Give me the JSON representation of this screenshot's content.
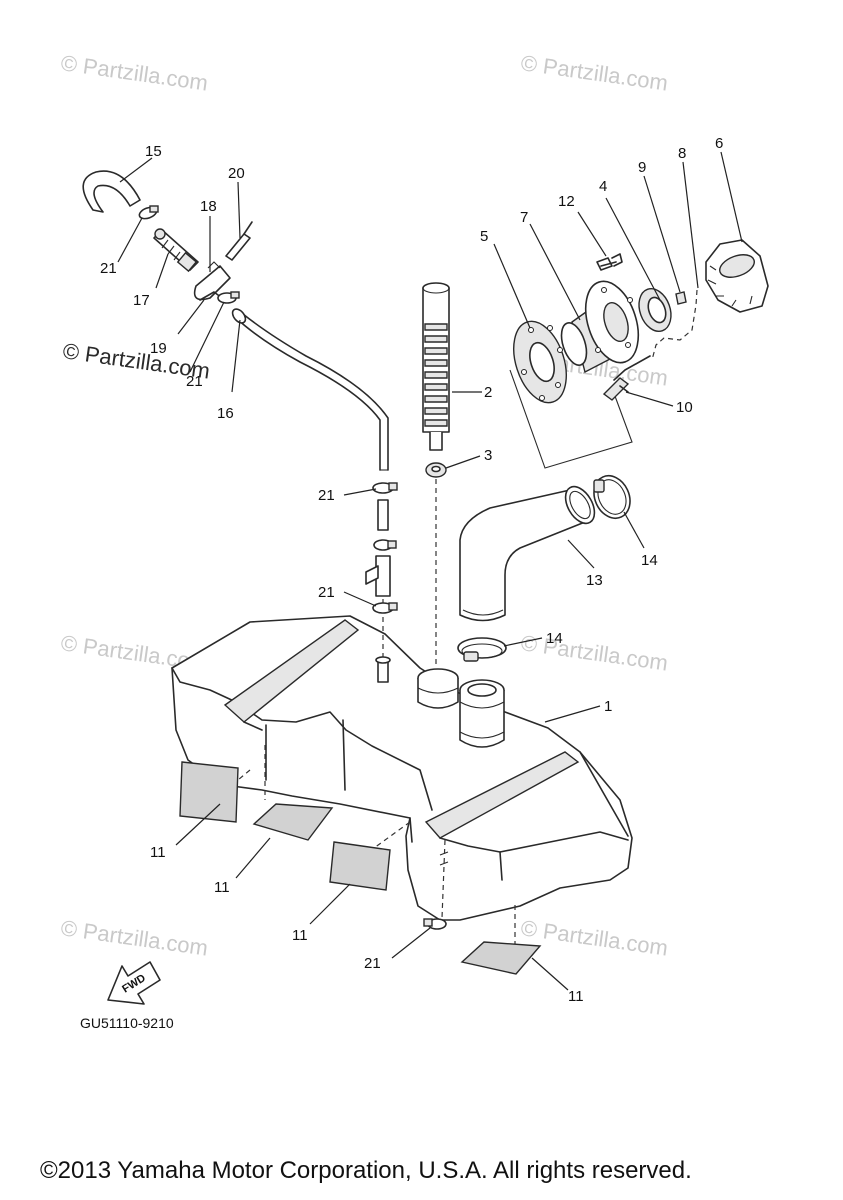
{
  "watermark": "© Partzilla.com",
  "diagram_code": "GU51110-9210",
  "forward_label": "FWD",
  "copyright": "©2013 Yamaha Motor Corporation, U.S.A. All rights reserved.",
  "callouts": [
    "1",
    "2",
    "3",
    "4",
    "5",
    "6",
    "7",
    "8",
    "9",
    "10",
    "11",
    "12",
    "13",
    "14",
    "15",
    "16",
    "17",
    "18",
    "19",
    "20",
    "21"
  ]
}
